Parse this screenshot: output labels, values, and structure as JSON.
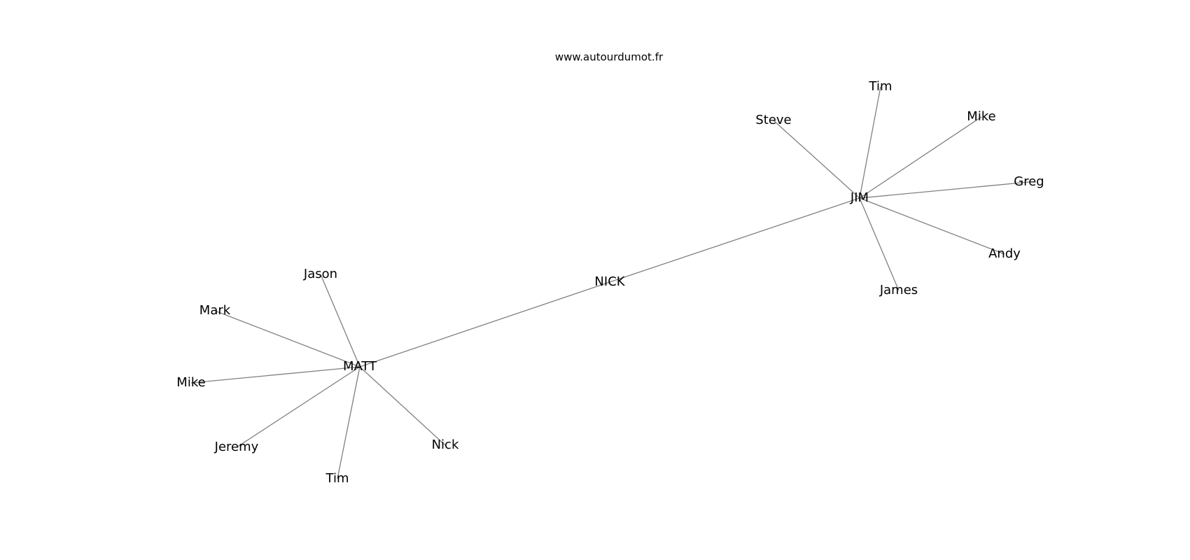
{
  "header": {
    "watermark": "www.autourdumot.fr"
  },
  "graph": {
    "nodes": [
      {
        "id": "nick",
        "label": "NICK"
      },
      {
        "id": "jim",
        "label": "JIM"
      },
      {
        "id": "matt",
        "label": "MATT"
      },
      {
        "id": "jim-tim",
        "label": "Tim"
      },
      {
        "id": "jim-steve",
        "label": "Steve"
      },
      {
        "id": "jim-mike",
        "label": "Mike"
      },
      {
        "id": "jim-greg",
        "label": "Greg"
      },
      {
        "id": "jim-andy",
        "label": "Andy"
      },
      {
        "id": "jim-james",
        "label": "James"
      },
      {
        "id": "matt-jason",
        "label": "Jason"
      },
      {
        "id": "matt-mark",
        "label": "Mark"
      },
      {
        "id": "matt-mike",
        "label": "Mike"
      },
      {
        "id": "matt-jeremy",
        "label": "Jeremy"
      },
      {
        "id": "matt-tim",
        "label": "Tim"
      },
      {
        "id": "matt-nick",
        "label": "Nick"
      }
    ],
    "edges": [
      [
        "nick",
        "jim"
      ],
      [
        "nick",
        "matt"
      ],
      [
        "jim",
        "jim-tim"
      ],
      [
        "jim",
        "jim-steve"
      ],
      [
        "jim",
        "jim-mike"
      ],
      [
        "jim",
        "jim-greg"
      ],
      [
        "jim",
        "jim-andy"
      ],
      [
        "jim",
        "jim-james"
      ],
      [
        "matt",
        "matt-jason"
      ],
      [
        "matt",
        "matt-mark"
      ],
      [
        "matt",
        "matt-mike"
      ],
      [
        "matt",
        "matt-jeremy"
      ],
      [
        "matt",
        "matt-tim"
      ],
      [
        "matt",
        "matt-nick"
      ]
    ]
  }
}
